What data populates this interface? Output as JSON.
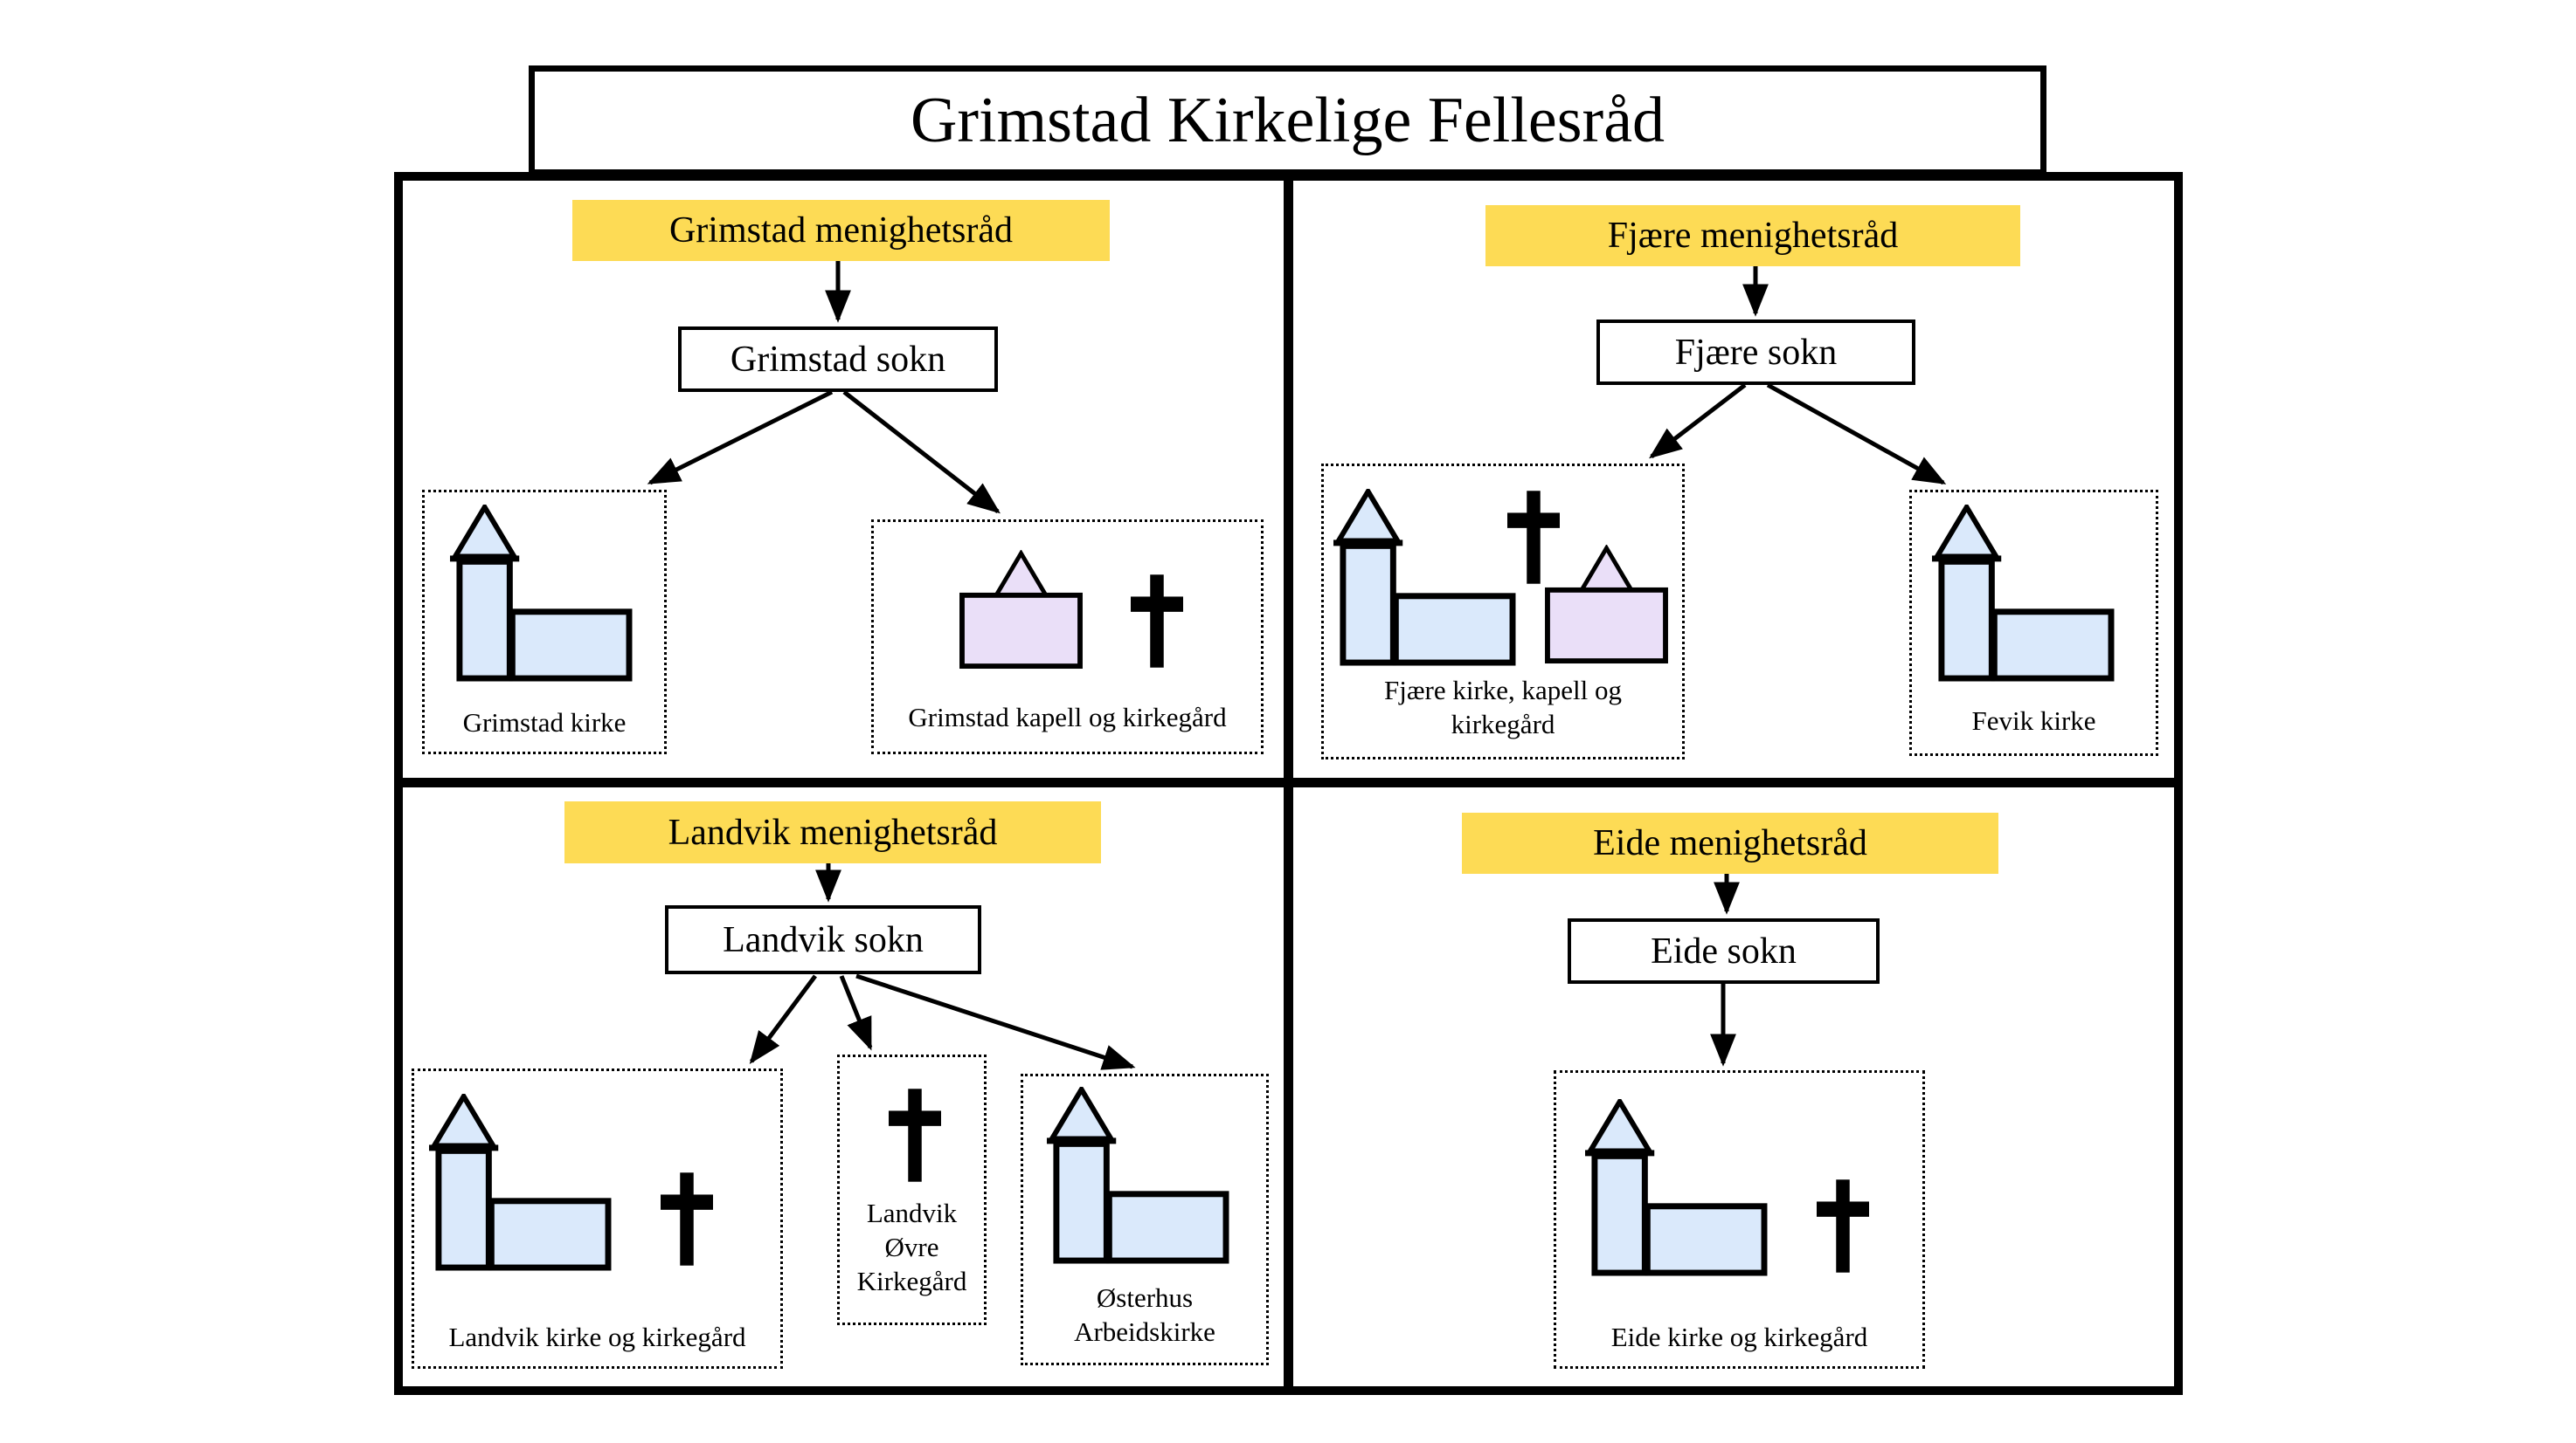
{
  "title": "Grimstad Kirkelige Fellesråd",
  "colors": {
    "council_highlight": "#FDDB55",
    "church_fill": "#DAE9FB",
    "chapel_fill": "#EADFF8",
    "outline": "#000000"
  },
  "icons": {
    "church": "church-icon: light-blue building with tower and triangular spire",
    "chapel": "chapel-icon: lavender building with triangular spire",
    "cross": "cross-icon: solid black latin cross"
  },
  "quadrants": [
    {
      "id": "grimstad",
      "council": "Grimstad menighetsråd",
      "parish": "Grimstad sokn",
      "sites": [
        {
          "label": "Grimstad kirke",
          "icons": [
            "church"
          ]
        },
        {
          "label": "Grimstad kapell og kirkegård",
          "icons": [
            "chapel",
            "cross"
          ]
        }
      ]
    },
    {
      "id": "fjaere",
      "council": "Fjære menighetsråd",
      "parish": "Fjære sokn",
      "sites": [
        {
          "label": "Fjære kirke, kapell og kirkegård",
          "icons": [
            "church",
            "cross",
            "chapel"
          ]
        },
        {
          "label": "Fevik kirke",
          "icons": [
            "church"
          ]
        }
      ]
    },
    {
      "id": "landvik",
      "council": "Landvik menighetsråd",
      "parish": "Landvik sokn",
      "sites": [
        {
          "label": "Landvik kirke og kirkegård",
          "icons": [
            "church",
            "cross"
          ]
        },
        {
          "label": "Landvik Øvre Kirkegård",
          "icons": [
            "cross"
          ]
        },
        {
          "label": "Østerhus Arbeidskirke",
          "icons": [
            "church"
          ]
        }
      ]
    },
    {
      "id": "eide",
      "council": "Eide menighetsråd",
      "parish": "Eide sokn",
      "sites": [
        {
          "label": "Eide kirke og kirkegård",
          "icons": [
            "church",
            "cross"
          ]
        }
      ]
    }
  ]
}
